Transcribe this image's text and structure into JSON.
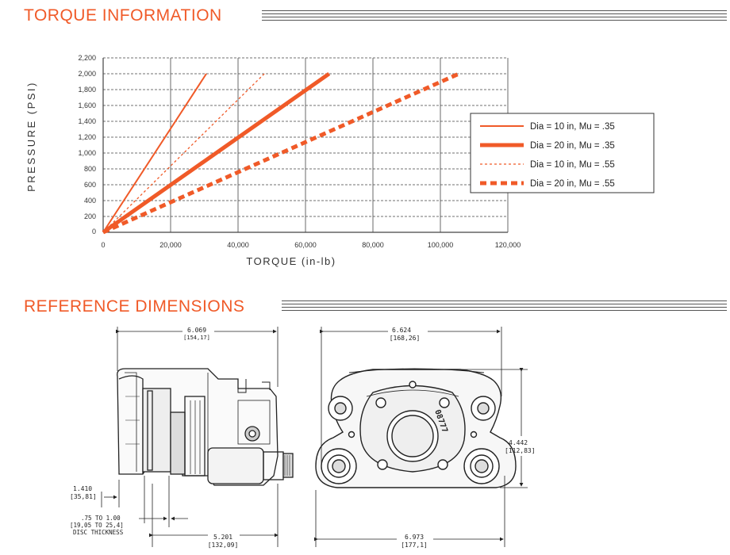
{
  "torque_section": {
    "title": "TORQUE INFORMATION"
  },
  "dimensions_section": {
    "title": "REFERENCE DIMENSIONS"
  },
  "chart_data": {
    "type": "line",
    "title": "",
    "xlabel": "TORQUE (in-lb)",
    "ylabel": "PRESSURE (PSI)",
    "xlim": [
      0,
      120000
    ],
    "ylim": [
      0,
      2200
    ],
    "x_ticks": [
      "0",
      "20,000",
      "40,000",
      "60,000",
      "80,000",
      "100,000",
      "120,000"
    ],
    "y_ticks": [
      "0",
      "200",
      "400",
      "600",
      "800",
      "1,000",
      "1,200",
      "1,400",
      "1,600",
      "1,800",
      "2,000",
      "2,200"
    ],
    "grid": true,
    "legend_position": "right",
    "series": [
      {
        "name": "Dia = 10 in, Mu = .35",
        "x": [
          0,
          30600
        ],
        "y": [
          0,
          2000
        ],
        "color": "#f05a28",
        "style": "solid-thin"
      },
      {
        "name": "Dia = 20 in, Mu = .35",
        "x": [
          0,
          67000
        ],
        "y": [
          0,
          2000
        ],
        "color": "#f05a28",
        "style": "solid-thick"
      },
      {
        "name": "Dia = 10 in, Mu = .55",
        "x": [
          0,
          47800
        ],
        "y": [
          0,
          2000
        ],
        "color": "#f05a28",
        "style": "dashed-thin"
      },
      {
        "name": "Dia = 20 in, Mu = .55",
        "x": [
          0,
          105500
        ],
        "y": [
          0,
          2000
        ],
        "color": "#f05a28",
        "style": "dashed-thick"
      }
    ]
  },
  "dimensions": {
    "width_side": "6.069",
    "width_side_mm": "[154,17]",
    "width_front": "6.624",
    "width_front_mm": "[168,26]",
    "height_front": "4.442",
    "height_front_mm": "[112,83]",
    "offset_left": "1.410",
    "offset_left_mm": "[35,81]",
    "disc_range": ".75 TO 1.00",
    "disc_range_mm": "[19,05 TO 25,4]",
    "disc_label": "DISC THICKNESS",
    "base_side": "5.201",
    "base_side_mm": "[132,09]",
    "base_front": "6.973",
    "base_front_mm": "[177,1]",
    "part_number": "08777"
  }
}
